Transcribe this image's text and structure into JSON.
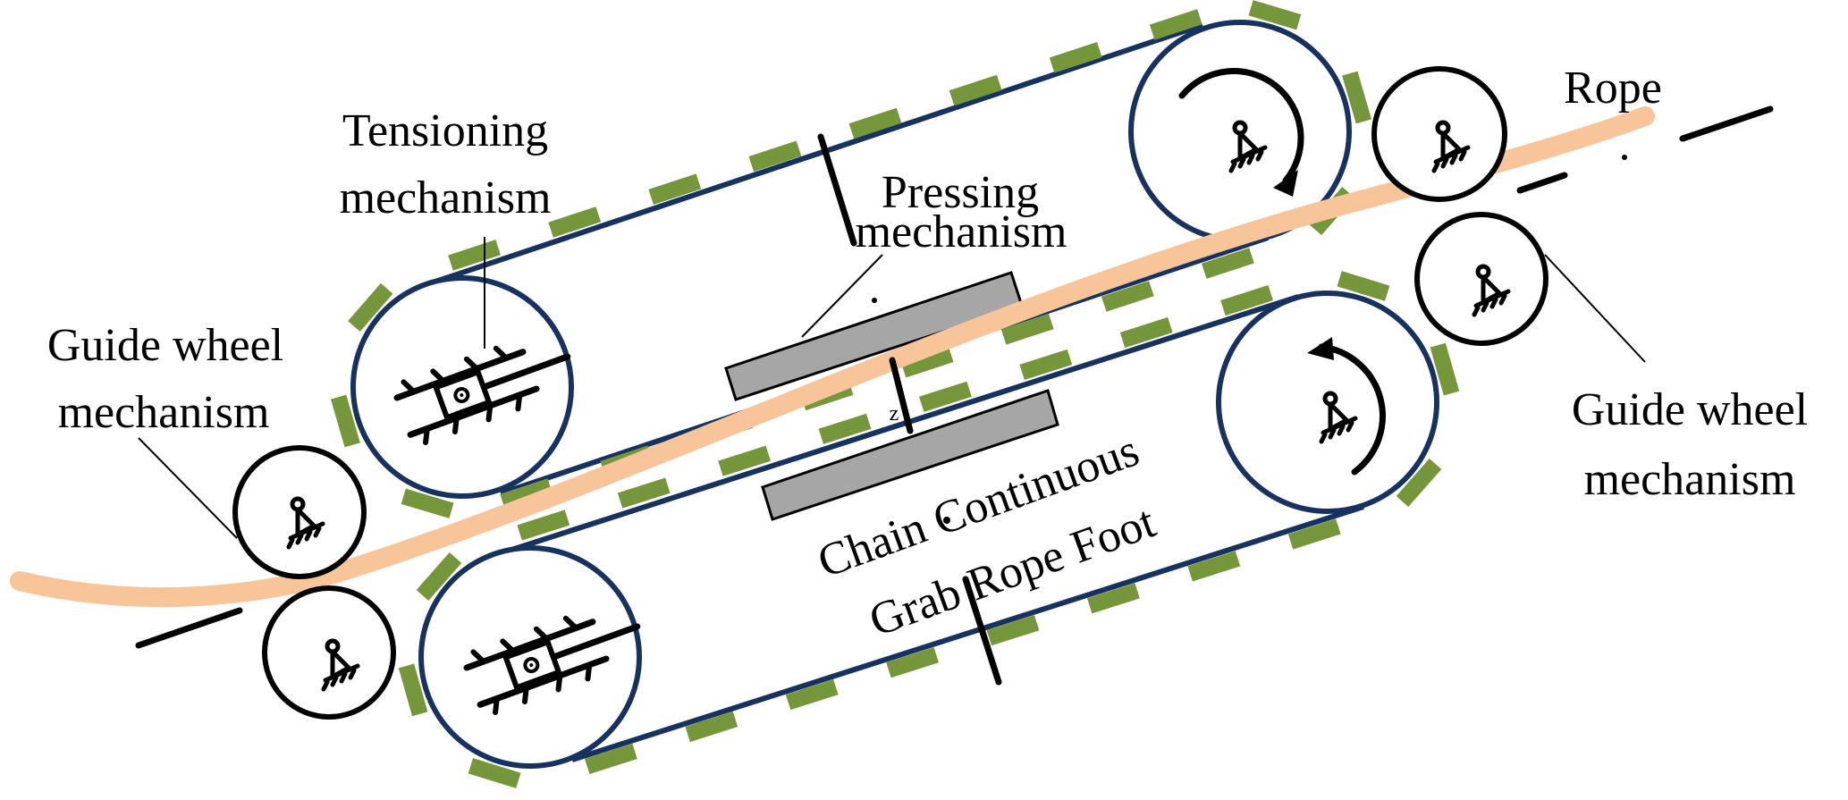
{
  "figure": {
    "labels": {
      "tensioning_line1": "Tensioning",
      "tensioning_line2": "mechanism",
      "pressing_line1": "Pressing",
      "pressing_line2": "mechanism",
      "guide_left_line1": "Guide wheel",
      "guide_left_line2": "mechanism",
      "guide_right_line1": "Guide wheel",
      "guide_right_line2": "mechanism",
      "rope": "Rope",
      "foot_line1": "Chain Continuous",
      "foot_line2": "Grab Rope Foot",
      "gap_marker": "z"
    },
    "colors": {
      "chain_belt": "#17325e",
      "chain_pads": "#76963c",
      "rope": "#f8c49a",
      "pressing_plates": "#a6a6a6",
      "guide_wheels": "#000000"
    },
    "components": [
      "tension-wheel-upper",
      "drive-wheel-upper",
      "tension-wheel-lower",
      "drive-wheel-lower",
      "guide-wheel-left-upper",
      "guide-wheel-left-lower",
      "guide-wheel-right-upper",
      "guide-wheel-right-lower",
      "pressing-plate-upper",
      "pressing-plate-lower",
      "rope"
    ],
    "rotation_directions": {
      "drive_wheel_upper": "clockwise",
      "drive_wheel_lower": "counter-clockwise"
    }
  }
}
